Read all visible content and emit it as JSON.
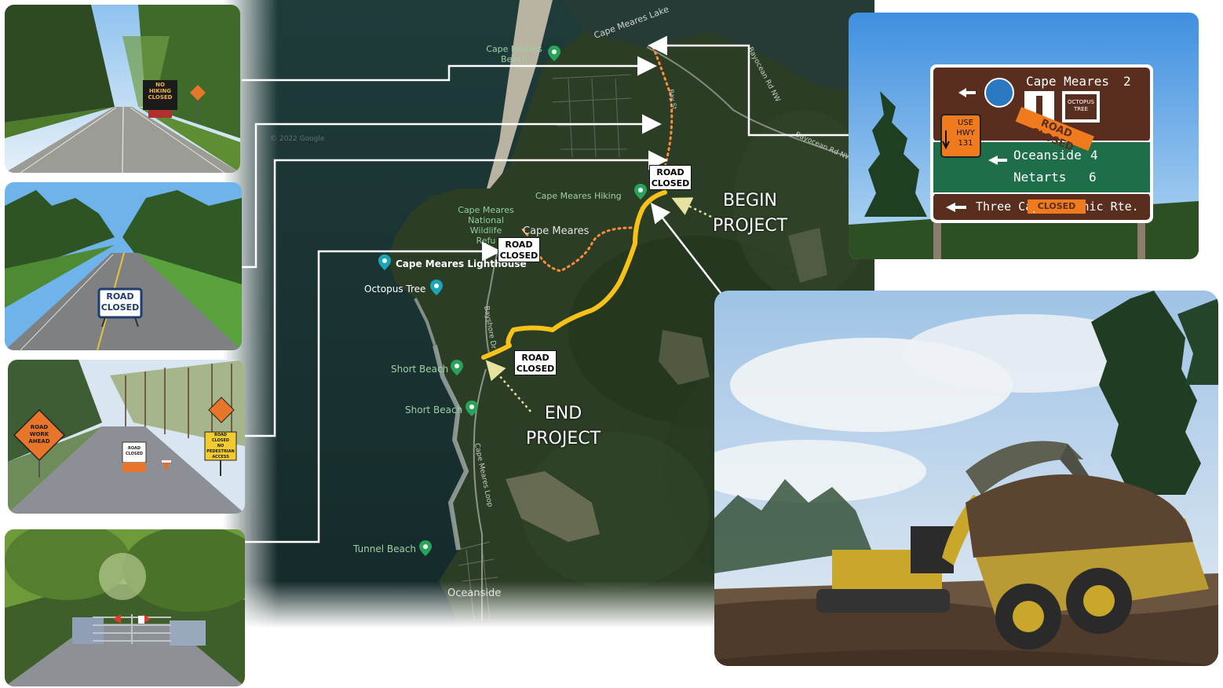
{
  "map": {
    "water_labels": {
      "lake": "Cape Meares Lake"
    },
    "places": {
      "cape_meares_beach": "Cape Meares Beach",
      "cape_meares_hiking": "Cape Meares Hiking",
      "wildlife_refuge": "Cape Meares National Wildlife Refuge",
      "wildlife_refuge_lines": [
        "Cape Meares",
        "National",
        "Wildlife",
        "Refu"
      ],
      "cape_meares": "Cape Meares",
      "lighthouse": "Cape Meares Lighthouse",
      "octopus_tree": "Octopus Tree",
      "short_beach_1": "Short Beach",
      "short_beach_2": "Short Beach",
      "tunnel_beach": "Tunnel Beach",
      "oceanside": "Oceanside"
    },
    "roads": {
      "bayocean_1": "Bayocean Rd NW",
      "bayocean_2": "Bayocean Rd NW",
      "bayshore": "Bayshore Dr",
      "cape_meares_loop": "Cape Meares Loop",
      "bay_st": "Bay St"
    },
    "copyright": "© 2022 Google"
  },
  "callouts": {
    "road_closed_1": [
      "ROAD",
      "CLOSED"
    ],
    "road_closed_2": [
      "ROAD",
      "CLOSED"
    ],
    "road_closed_3": [
      "ROAD",
      "CLOSED"
    ],
    "begin_project": [
      "BEGIN",
      "PROJECT"
    ],
    "end_project": [
      "END",
      "PROJECT"
    ]
  },
  "photos": {
    "photo1_sign": [
      "NO",
      "HIKING",
      "CLOSED"
    ],
    "photo2_sign": [
      "ROAD",
      "CLOSED"
    ],
    "photo3_left_sign": [
      "ROAD",
      "WORK",
      "AHEAD"
    ],
    "photo3_barricade": [
      "ROAD",
      "CLOSED"
    ],
    "photo3_right_sign": [
      "ROAD",
      "CLOSED",
      "NO",
      "PEDESTRIAN",
      "ACCESS"
    ],
    "guide_sign": {
      "row1_dest": "Cape Meares",
      "row1_dist": "2",
      "octopus": [
        "OCTOPUS",
        "TREE"
      ],
      "use_hwy": [
        "USE",
        "HWY",
        "131"
      ],
      "closed_strip": "ROAD CLOSED",
      "row2_dest": "Oceanside",
      "row2_dist": "4",
      "row3_dest": "Netarts",
      "row3_dist": "6",
      "route": "Three Capes Scenic Rte.",
      "route_closed": "CLOSED"
    }
  },
  "colors": {
    "project_route": "#f6c21a",
    "closed_route": "#ff8c3a",
    "sign_brown": "#5a2e1e",
    "sign_green": "#1f6e4a",
    "closed_orange": "#f07a1e"
  }
}
